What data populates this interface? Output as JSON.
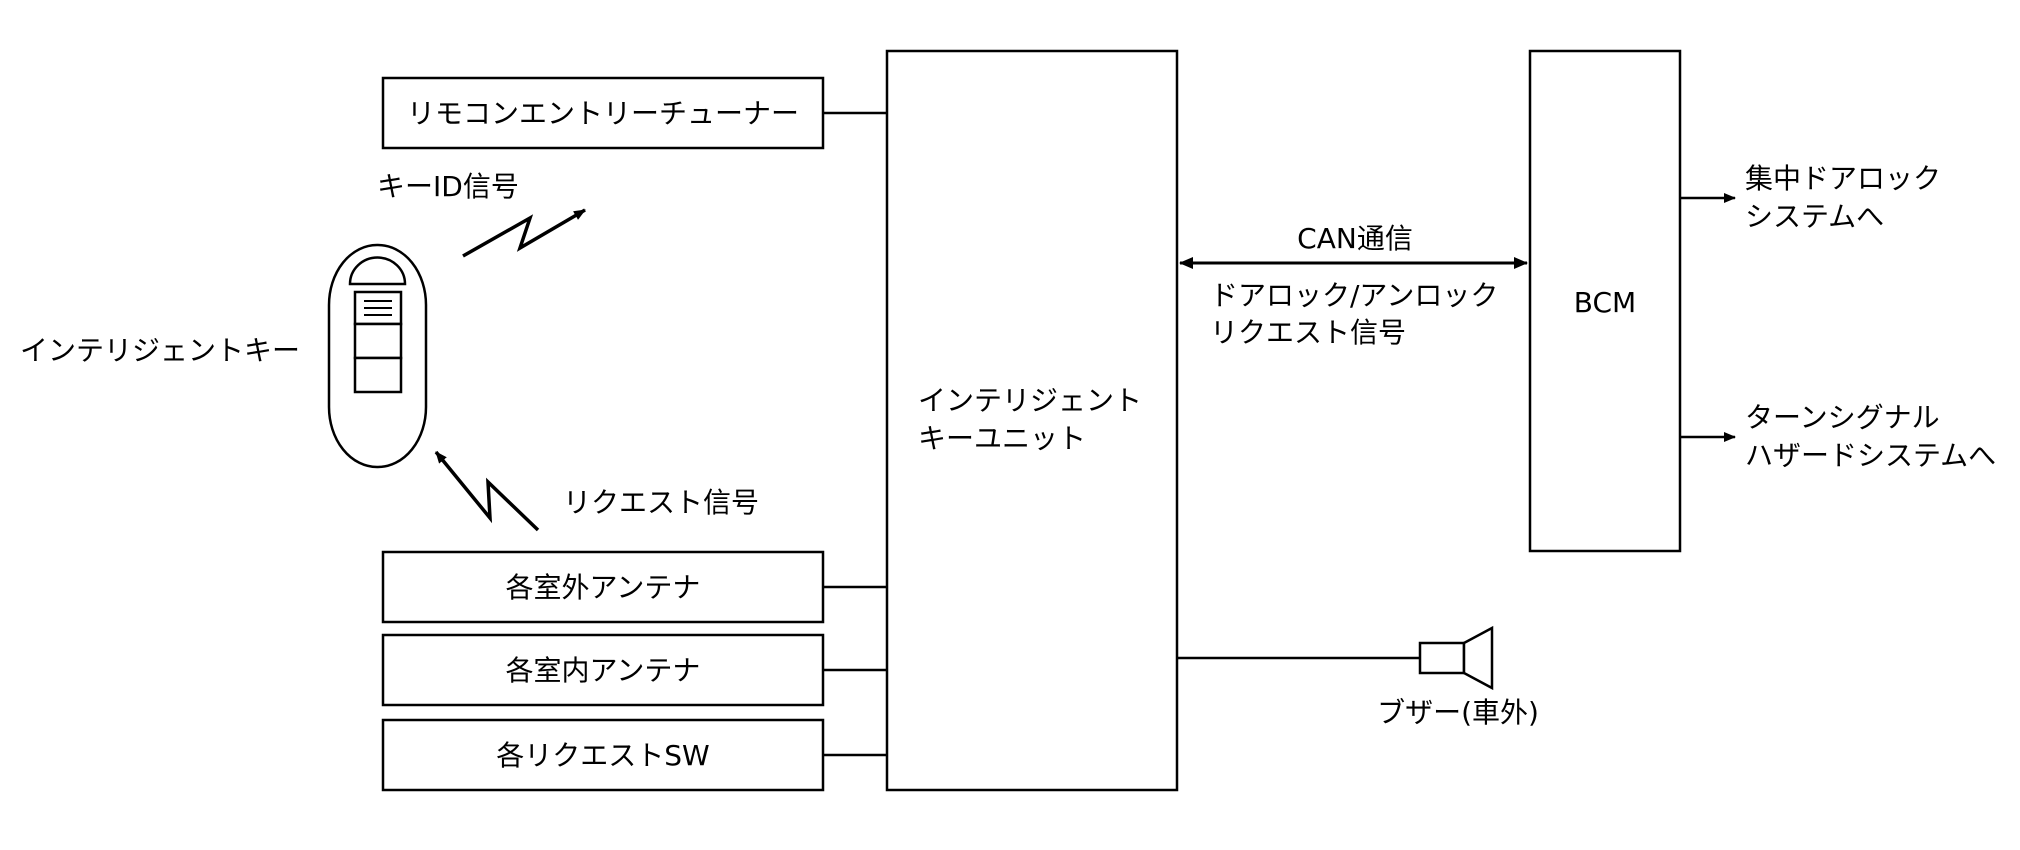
{
  "diagram": {
    "blocks": {
      "remote_tuner": "リモコンエントリーチューナー",
      "outdoor_antenna": "各室外アンテナ",
      "indoor_antenna": "各室内アンテナ",
      "request_sw": "各リクエストSW",
      "unit_line1": "インテリジェント",
      "unit_line2": "キーユニット",
      "bcm": "BCM"
    },
    "labels": {
      "intelligent_key": "インテリジェントキー",
      "key_id_signal": "キーID信号",
      "request_signal": "リクエスト信号",
      "can_comm": "CAN通信",
      "door_lock_line1": "ドアロック/アンロック",
      "door_lock_line2": "リクエスト信号",
      "central_lock_line1": "集中ドアロック",
      "central_lock_line2": "システムへ",
      "turn_signal_line1": "ターンシグナル",
      "turn_signal_line2": "ハザードシステムへ",
      "buzzer": "ブザー(車外)"
    }
  }
}
